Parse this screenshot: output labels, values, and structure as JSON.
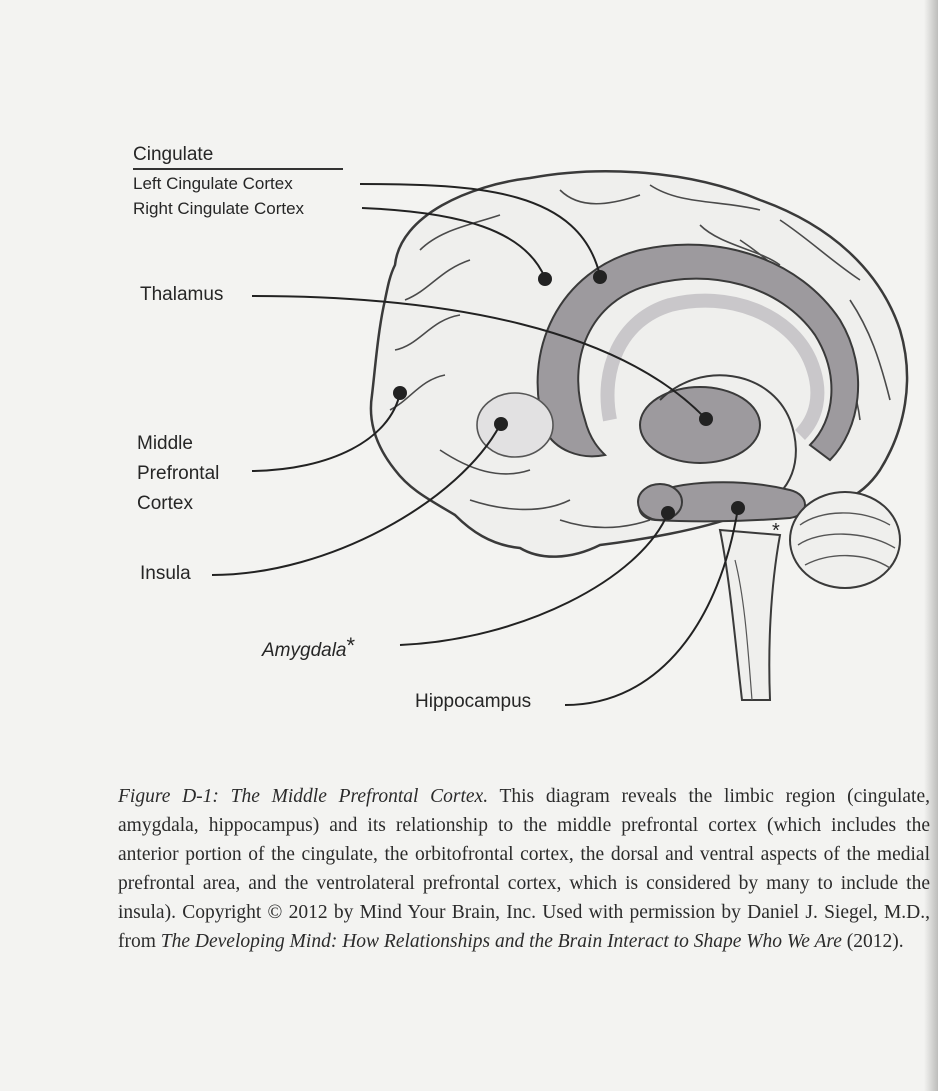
{
  "labels": {
    "cingulate_heading": "Cingulate",
    "left_cingulate": "Left Cingulate Cortex",
    "right_cingulate": "Right Cingulate Cortex",
    "thalamus": "Thalamus",
    "mpfc_line1": "Middle",
    "mpfc_line2": "Prefrontal",
    "mpfc_line3": "Cortex",
    "insula": "Insula",
    "amygdala": "Amygdala",
    "amygdala_star": "*",
    "hippocampus": "Hippocampus",
    "cerebellum_star": "*"
  },
  "caption": {
    "figure_title": "Figure D-1: The Middle Prefrontal Cortex.",
    "body": " This diagram reveals the limbic region (cingulate, amygdala, hippocampus) and its relationship to the middle prefrontal cortex (which includes the anterior portion of the cingulate, the orbitofrontal cortex, the dorsal and ventral aspects of the medial prefrontal area, and the ventrolateral prefrontal cortex, which is considered by many to include the insula). Copyright © 2012 by Mind Your Brain, Inc. Used with permission by Daniel J. Siegel, M.D., from ",
    "book_title": "The Developing Mind: How Relationships and the Brain Interact to Shape Who We Are",
    "year": " (2012)."
  },
  "colors": {
    "brain_fill": "#efefed",
    "limbic_fill": "#9d9a9e",
    "limbic_light": "#c9c7ca",
    "outline": "#3a3a3a",
    "leader_line": "#222222"
  }
}
